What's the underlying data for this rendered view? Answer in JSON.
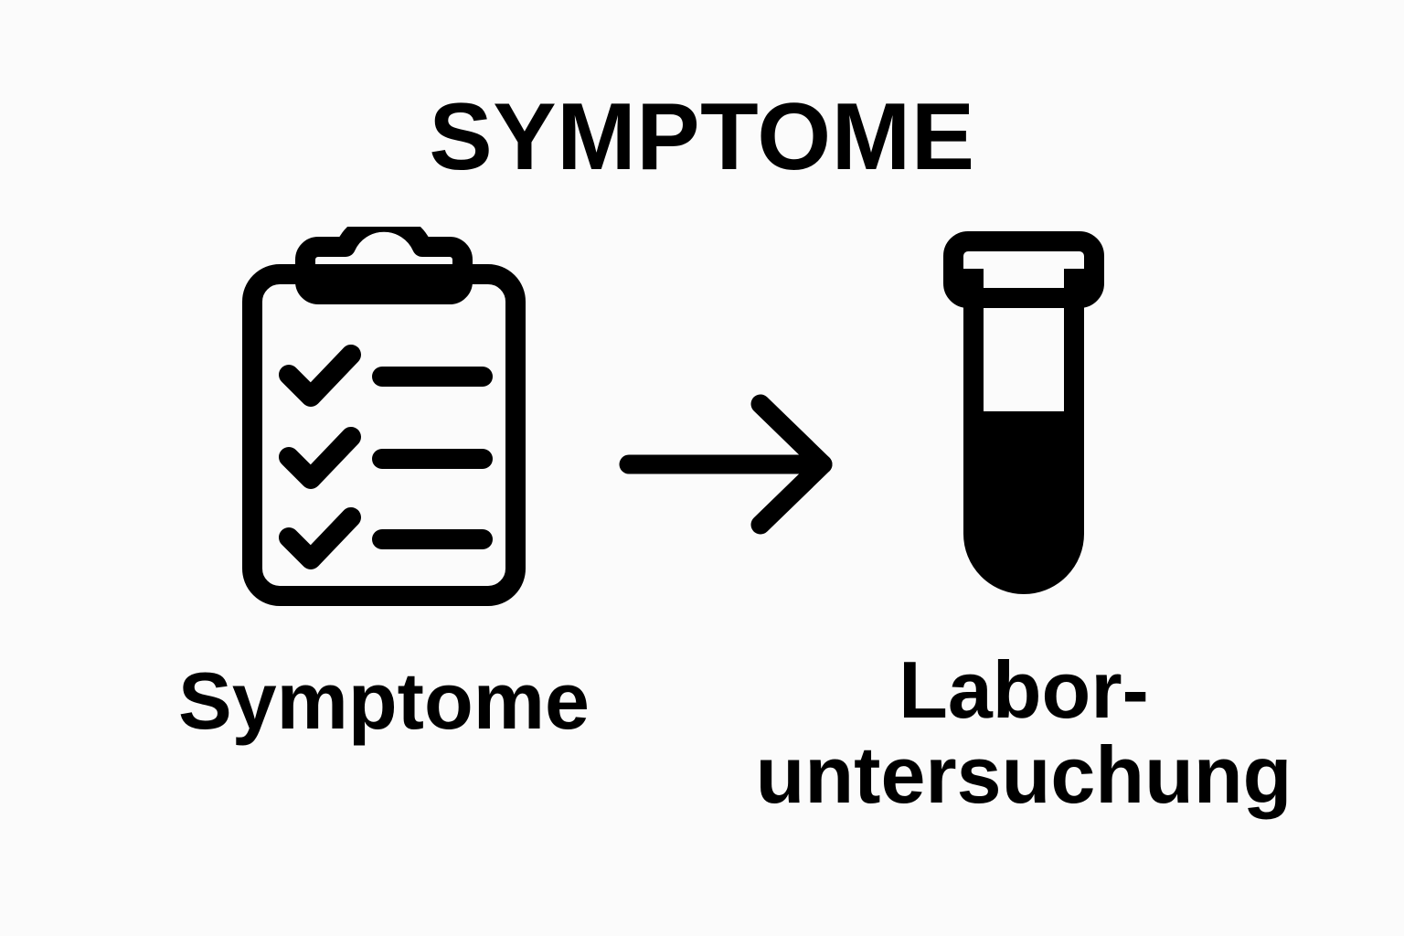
{
  "page": {
    "title": "SYMPTOME",
    "background_color": "#fbfbfb",
    "foreground_color": "#000000",
    "language": "de"
  },
  "flow": {
    "arrow_icon": "arrow-right-icon",
    "direction": "left-to-right"
  },
  "stages": [
    {
      "id": "symptome",
      "icon": "clipboard-checklist-icon",
      "label": "Symptome",
      "checklist_rows": 3
    },
    {
      "id": "laboruntersuchung",
      "icon": "test-tube-icon",
      "label": "Labor-\nuntersuchung",
      "label_line_1": "Labor-",
      "label_line_2": "untersuchung"
    }
  ]
}
